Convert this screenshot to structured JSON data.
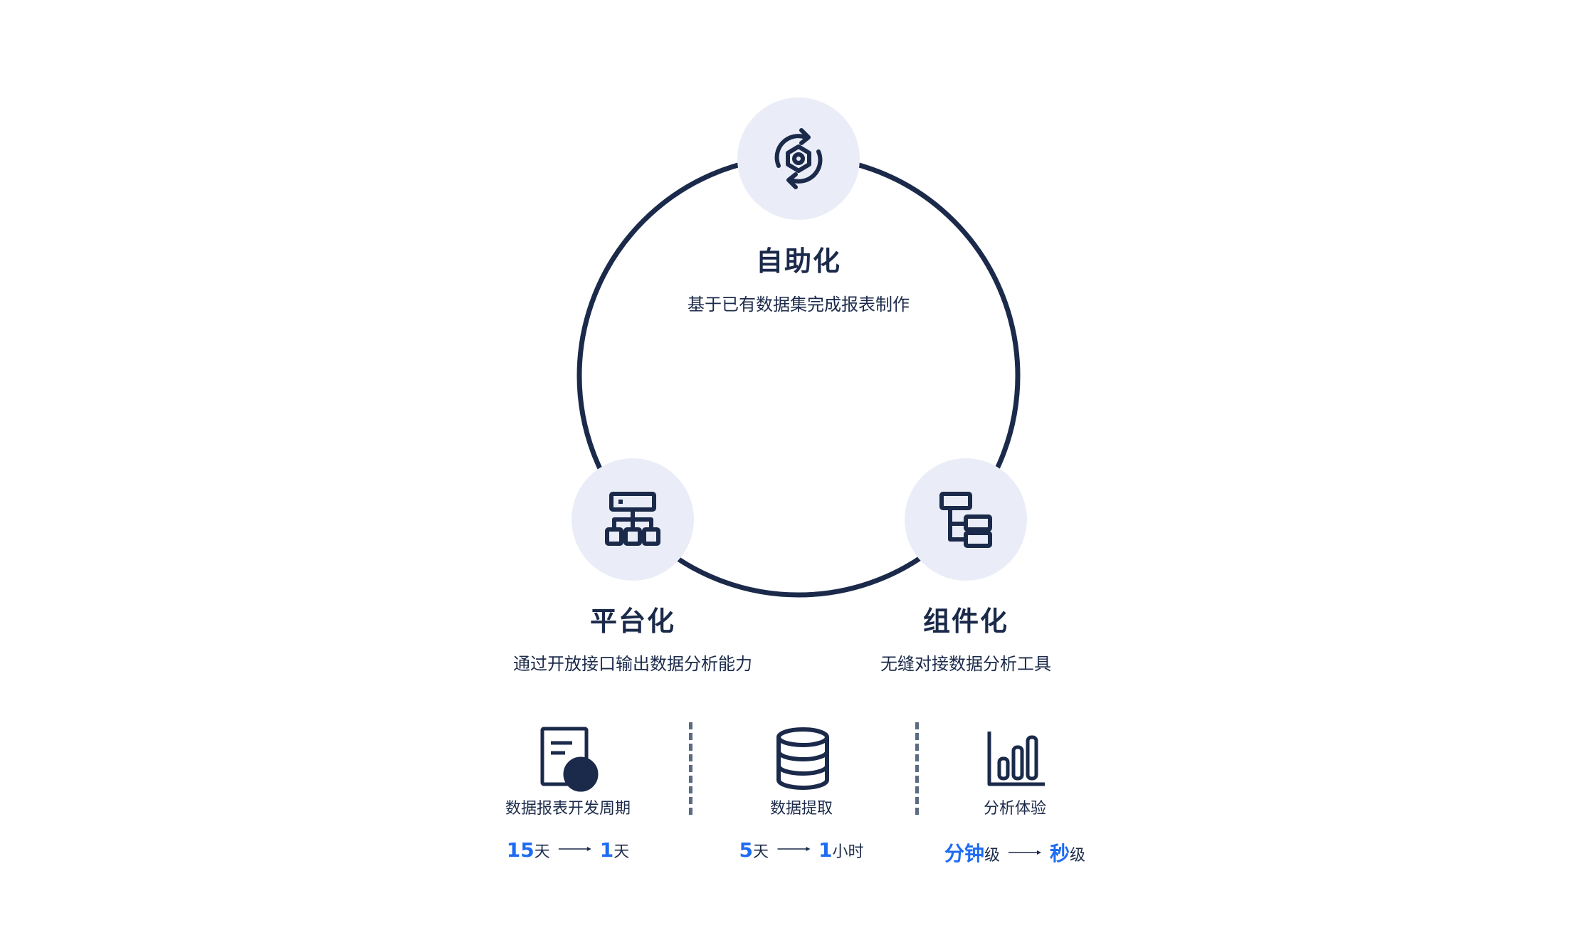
{
  "nodes": {
    "top": {
      "title": "自助化",
      "desc": "基于已有数据集完成报表制作",
      "icon": "refresh-gear-icon"
    },
    "left": {
      "title": "平台化",
      "desc": "通过开放接口输出数据分析能力",
      "icon": "hierarchy-icon"
    },
    "right": {
      "title": "组件化",
      "desc": "无缝对接数据分析工具",
      "icon": "component-tree-icon"
    }
  },
  "stats": [
    {
      "label": "数据报表开发周期",
      "icon": "report-document-icon",
      "from_value": "15",
      "from_unit": "天",
      "to_value": "1",
      "to_unit": "天"
    },
    {
      "label": "数据提取",
      "icon": "database-icon",
      "from_value": "5",
      "from_unit": "天",
      "to_value": "1",
      "to_unit": "小时"
    },
    {
      "label": "分析体验",
      "icon": "bar-chart-icon",
      "from_value": "分钟",
      "from_unit": "级",
      "to_value": "秒",
      "to_unit": "级"
    }
  ],
  "colors": {
    "primary": "#1b2a4a",
    "accent": "#1e6cf2",
    "node_bg": "#eaedf7",
    "divider": "#5b6b83"
  }
}
